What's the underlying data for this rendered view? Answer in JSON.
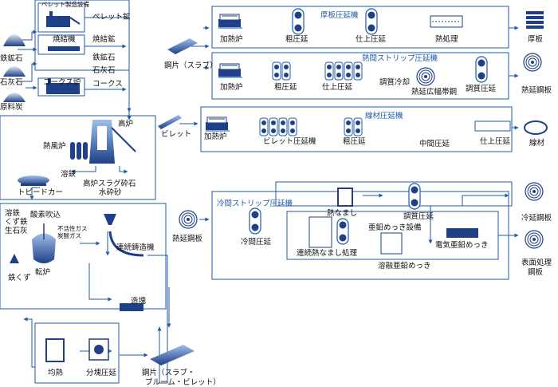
{
  "upstream": {
    "pellet_plant": "ペレット製造設備",
    "pellet_ore": "ペレット鉱",
    "iron_ore": "鉄鉱石",
    "sinter_machine": "焼結機",
    "sinter_ore": "焼結鉱",
    "iron_ore_2": "鉄鉱石",
    "limestone_2": "石灰石",
    "limestone": "石灰石",
    "coking_coal": "原料炭",
    "coke_oven": "コークス炉",
    "coke": "コークス",
    "blast_furnace": "高炉",
    "hot_stove": "熱風炉",
    "hot_metal": "溶鉄",
    "torpedo_car": "トピードカー",
    "slag_crushed": "高炉スラグ砕石",
    "slag_granulated": "水砕砂"
  },
  "steelmaking": {
    "inputs": [
      "溶鉄",
      "くず鉄",
      "生石灰"
    ],
    "oxygen": "酸素吹込",
    "inert_gas": [
      "不活性ガス",
      "炭酸ガス"
    ],
    "converter": "転炉",
    "scrap": "鉄くず",
    "continuous_caster": "連続鋳造機",
    "ingot": "造塊",
    "soaking": "均熱",
    "blooming_mill": "分塊圧延",
    "semi_products": [
      "鋼片（スラブ・",
      "ブルーム・ビレット）"
    ]
  },
  "plate_line": {
    "input": "鋼片（スラブ）",
    "title": "厚板圧延機",
    "steps": [
      "加熱炉",
      "粗圧延",
      "仕上圧延",
      "熱処理"
    ],
    "product": "厚板"
  },
  "hot_strip": {
    "title": "熱間ストリップ圧延機",
    "steps": [
      "加熱炉",
      "粗圧延",
      "仕上圧延",
      "調質冷却",
      "熱延広幅帯鋼",
      "調質圧延"
    ],
    "product": "熱延鋼板"
  },
  "wire_rod": {
    "input": "ビレット",
    "title": "線材圧延機",
    "steps": [
      "加熱炉",
      "ビレット圧延機",
      "粗圧延",
      "中間圧延",
      "仕上圧延"
    ],
    "product": "線材"
  },
  "cold": {
    "input": "熱延鋼板",
    "title": "冷間ストリップ圧延機",
    "cold_rolling": "冷間圧延",
    "annealing": "熱なまし",
    "temper": "調質圧延",
    "continuous_annealing": "連続熱なまし処理",
    "galvanizing_equipment": "亜鉛めっき設備",
    "hot_dip": "溶融亜鉛めっき",
    "electro": "電気亜鉛めっき",
    "product_cold": "冷延鋼板",
    "product_coated": [
      "表面処理",
      "鋼板"
    ]
  },
  "colors": {
    "line": "#1e5aa8",
    "blue_text": "#1e5aa8",
    "machine": "#1f3f86",
    "machine_light": "#7fa7dc",
    "fill_light": "#dce9f8"
  }
}
